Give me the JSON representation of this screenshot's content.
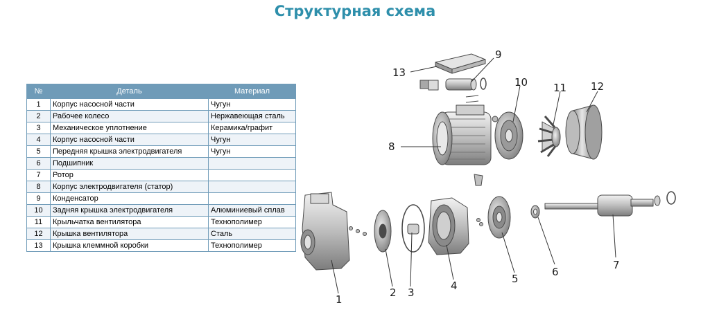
{
  "title": "Структурная схема",
  "table": {
    "headers": [
      "№",
      "Деталь",
      "Материал"
    ],
    "rows": [
      {
        "num": "1",
        "part": "Корпус насосной части",
        "material": "Чугун"
      },
      {
        "num": "2",
        "part": "Рабочее колесо",
        "material": "Нержавеющая сталь"
      },
      {
        "num": "3",
        "part": "Механическое уплотнение",
        "material": "Керамика/графит"
      },
      {
        "num": "4",
        "part": "Корпус насосной части",
        "material": "Чугун"
      },
      {
        "num": "5",
        "part": "Передняя крышка электродвигателя",
        "material": "Чугун"
      },
      {
        "num": "6",
        "part": "Подшипник",
        "material": ""
      },
      {
        "num": "7",
        "part": "Ротор",
        "material": ""
      },
      {
        "num": "8",
        "part": "Корпус электродвигателя (статор)",
        "material": ""
      },
      {
        "num": "9",
        "part": "Конденсатор",
        "material": ""
      },
      {
        "num": "10",
        "part": "Задняя крышка электродвигателя",
        "material": "Алюминиевый сплав"
      },
      {
        "num": "11",
        "part": "Крыльчатка вентилятора",
        "material": "Технополимер"
      },
      {
        "num": "12",
        "part": "Крышка вентилятора",
        "material": "Сталь"
      },
      {
        "num": "13",
        "part": "Крышка клеммной коробки",
        "material": "Технополимер"
      }
    ]
  },
  "callouts": [
    "1",
    "2",
    "3",
    "4",
    "5",
    "6",
    "7",
    "8",
    "9",
    "10",
    "11",
    "12",
    "13"
  ],
  "colors": {
    "title": "#2e8fab",
    "table_header": "#6f9bb8",
    "table_border": "#6f9bb8",
    "row_shade": "#eef3f8",
    "part_fill": "#c9c9c9",
    "part_stroke": "#4a4a4a"
  }
}
